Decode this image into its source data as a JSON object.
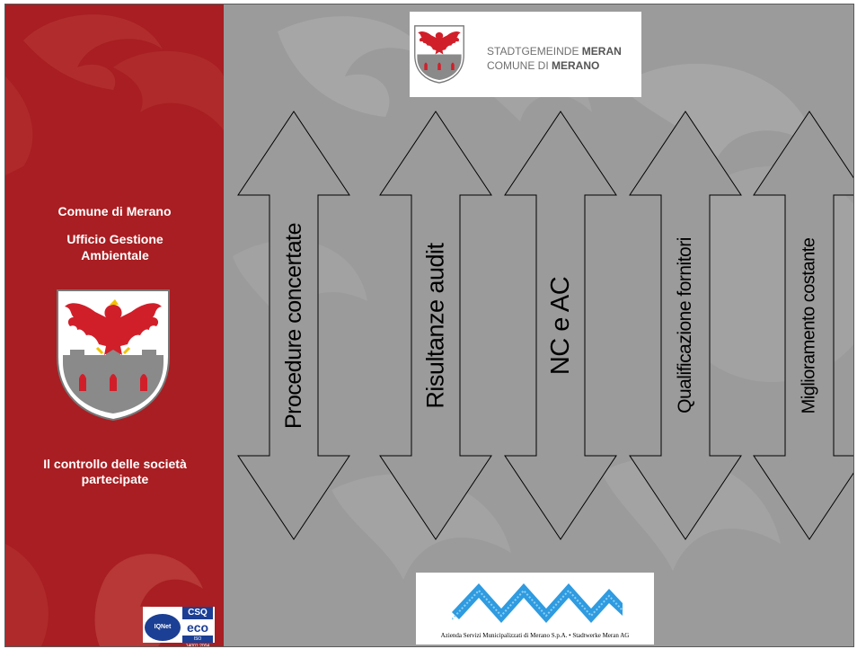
{
  "sidebar": {
    "org_name": "Comune di Merano",
    "office_name": "Ufficio Gestione Ambientale",
    "subject": "Il controllo delle società partecipate",
    "cert_badge": {
      "brand": "CSQ",
      "mark": "eco",
      "iqnet": "IQNet",
      "standard": "ISO 14001:2004"
    }
  },
  "header_logo": {
    "line1_prefix": "STADTGEMEINDE ",
    "line1_bold": "MERAN",
    "line2_prefix": "COMUNE DI ",
    "line2_bold": "MERANO"
  },
  "arrows": [
    {
      "label": "Procedure concertate"
    },
    {
      "label": "Risultanze audit"
    },
    {
      "label": "NC e AC"
    },
    {
      "label": "Qualificazione fornitori"
    },
    {
      "label": "Miglioramento costante"
    }
  ],
  "footer_logo": {
    "caption": "Azienda Servizi Municipalizzati di Merano S.p.A. • Stadtwerke Meran AG"
  },
  "colors": {
    "sidebar": "#a81e22",
    "background": "#9b9b9b",
    "arrow_fill": "#9b9b9b",
    "arrow_stroke": "#000000",
    "asm_blue": "#2f9be0"
  }
}
